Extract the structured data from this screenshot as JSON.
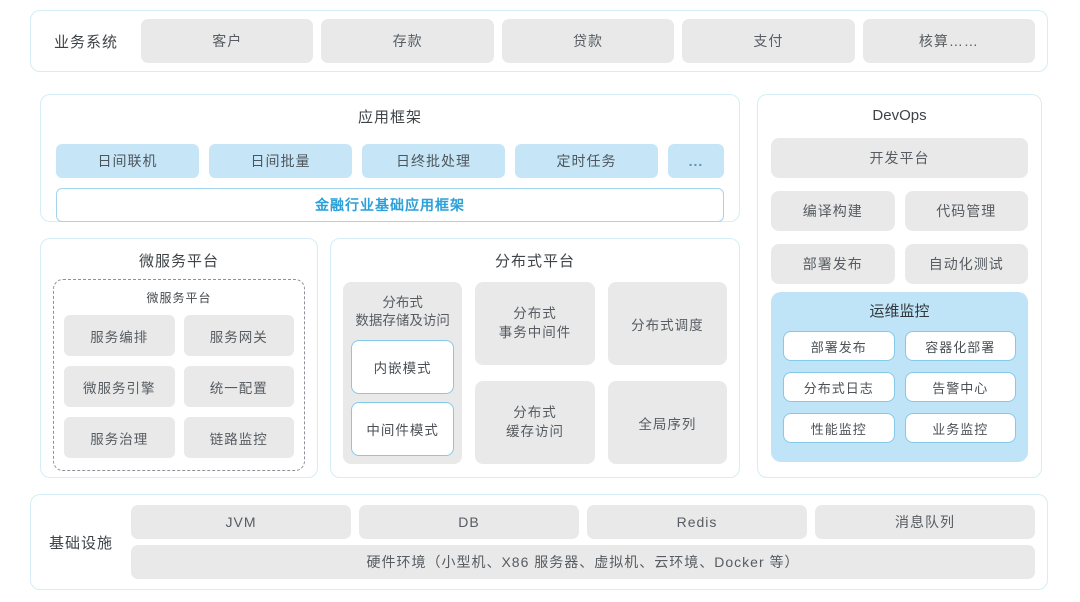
{
  "colors": {
    "section_border": "#d4edf6",
    "gray_box": "#e9e9e9",
    "blue_box": "#c6e6f7",
    "monitor_bg": "#bfe3f7",
    "white_box_border": "#85c9e8",
    "accent_text": "#2ba0d9",
    "title_text": "#3d4347",
    "box_text": "#565c61"
  },
  "business": {
    "label": "业务系统",
    "items": [
      "客户",
      "存款",
      "贷款",
      "支付",
      "核算……"
    ]
  },
  "app_framework": {
    "title": "应用框架",
    "modules": [
      "日间联机",
      "日间批量",
      "日终批处理",
      "定时任务",
      "..."
    ],
    "base": "金融行业基础应用框架"
  },
  "devops": {
    "title": "DevOps",
    "platform": "开发平台",
    "tools": [
      "编译构建",
      "代码管理",
      "部署发布",
      "自动化测试"
    ],
    "monitor": {
      "title": "运维监控",
      "items": [
        "部署发布",
        "容器化部署",
        "分布式日志",
        "告警中心",
        "性能监控",
        "业务监控"
      ]
    }
  },
  "microservice": {
    "title": "微服务平台",
    "inner_title": "微服务平台",
    "items": [
      "服务编排",
      "服务网关",
      "微服务引擎",
      "统一配置",
      "服务治理",
      "链路监控"
    ]
  },
  "distributed": {
    "title": "分布式平台",
    "storage": {
      "label": "分布式\n数据存储及访问",
      "modes": [
        "内嵌模式",
        "中间件模式"
      ]
    },
    "middle_items": [
      "分布式\n事务中间件",
      "分布式\n缓存访问"
    ],
    "right_items": [
      "分布式调度",
      "全局序列"
    ]
  },
  "infrastructure": {
    "label": "基础设施",
    "items": [
      "JVM",
      "DB",
      "Redis",
      "消息队列"
    ],
    "hardware": "硬件环境（小型机、X86 服务器、虚拟机、云环境、Docker 等）"
  }
}
